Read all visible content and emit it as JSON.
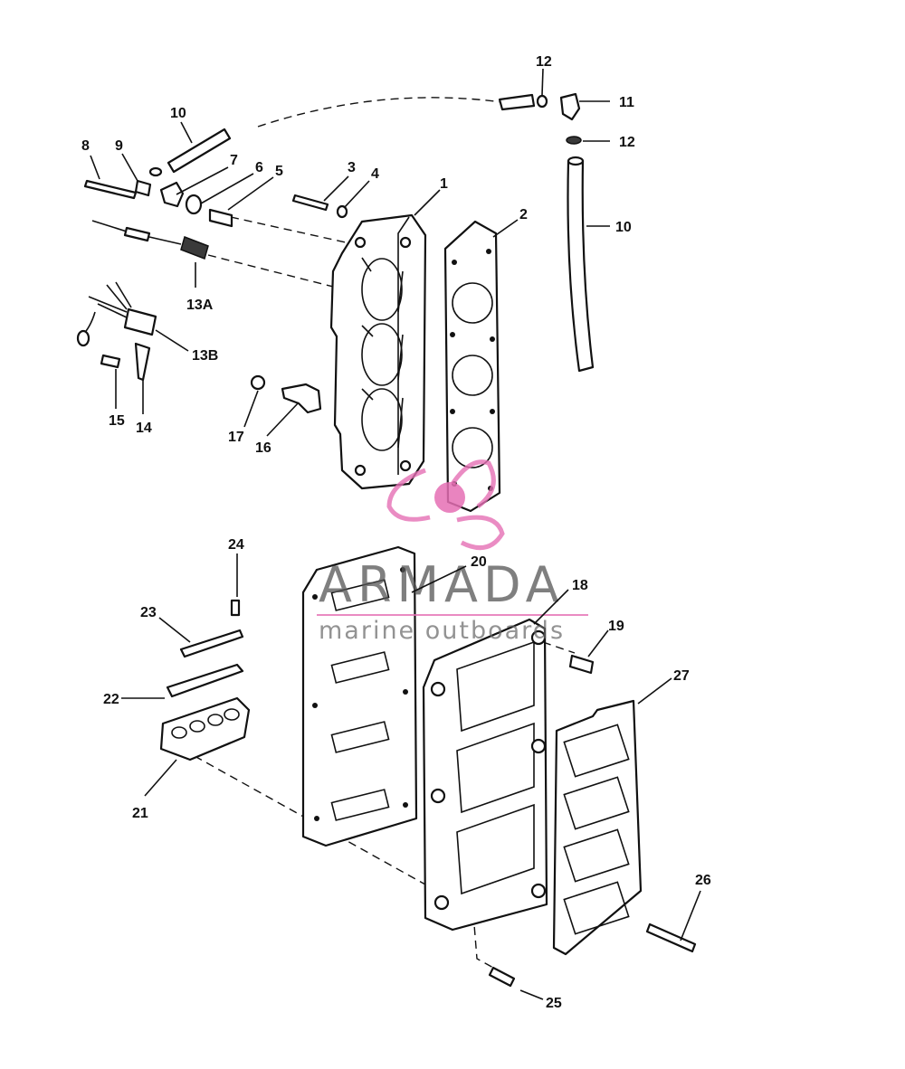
{
  "watermark": {
    "brand": "ARMADA",
    "tagline": "marine outboards",
    "logo_color": "#e56fb4",
    "text_color": "#555555"
  },
  "callouts": {
    "c1": "1",
    "c2": "2",
    "c3": "3",
    "c4": "4",
    "c5": "5",
    "c6": "6",
    "c7": "7",
    "c8": "8",
    "c9": "9",
    "c10a": "10",
    "c10b": "10",
    "c11": "11",
    "c12a": "12",
    "c12b": "12",
    "c13a": "13A",
    "c13b": "13B",
    "c14": "14",
    "c15": "15",
    "c16": "16",
    "c17": "17",
    "c18": "18",
    "c19": "19",
    "c20": "20",
    "c21": "21",
    "c22": "22",
    "c23": "23",
    "c24": "24",
    "c25": "25",
    "c26": "26",
    "c27": "27"
  }
}
